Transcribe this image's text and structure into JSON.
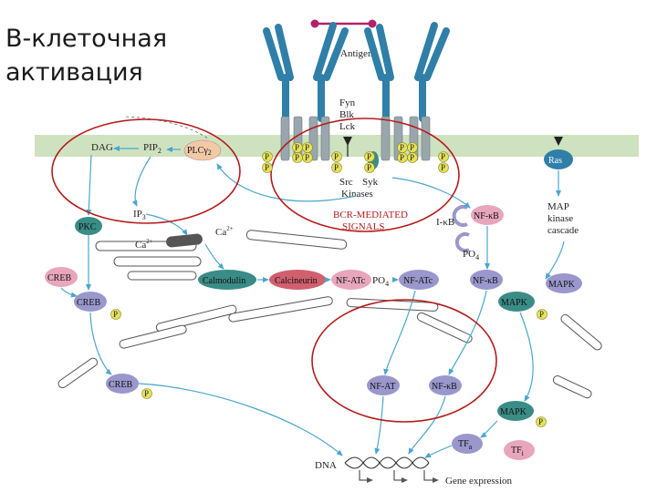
{
  "title": {
    "line1": "B-клеточная",
    "line2": "активация"
  },
  "diagram": {
    "antigen": "Antigen",
    "kinases_top": [
      "Fyn",
      "Blk",
      "Lck"
    ],
    "src": "Src",
    "syk": "Syk",
    "kinases": "Kinases",
    "bcr_signals_line1": "BCR-MEDIATED",
    "bcr_signals_line2": "SIGNALS",
    "dag": "DAG",
    "pip2": "PIP",
    "pip2_sub": "2",
    "plcg2": "PLCγ",
    "plcg2_sub": "2",
    "ip3": "IP",
    "ip3_sub": "3",
    "pkc": "PKC",
    "ca_a": "Ca",
    "ca_a_sup": "2+",
    "ca_b": "Ca",
    "ca_b_sup": "2+",
    "creb": "CREB",
    "calmodulin": "Calmodulin",
    "calcineurin": "Calcineurin",
    "nfatc": "NF-ATc",
    "po4": "PO",
    "po4_sub": "4",
    "nfkb": "NF-κB",
    "ikb": "I-κB",
    "ras": "Ras",
    "map_kinase_cascade": [
      "MAP",
      "kinase",
      "cascade"
    ],
    "mapk": "MAPK",
    "nfat": "NF-AT",
    "tfa": "TF",
    "tfa_sub": "a",
    "tfi": "TF",
    "tfi_sub": "i",
    "dna": "DNA",
    "gene_expression": "Gene expression",
    "p": "P"
  },
  "colors": {
    "membrane": "#cfe2bf",
    "receptor": "#2f7fa8",
    "antigen": "#b0226a",
    "teal_node": "#3a8c86",
    "pink_node": "#e8a6bd",
    "red_node": "#d15f6e",
    "purple_node": "#9a97cc",
    "plc_node": "#f1c9a6",
    "p_circle": "#e6e15a",
    "highlight_ring": "#b51b1b",
    "arrow": "#4aa6cf"
  }
}
